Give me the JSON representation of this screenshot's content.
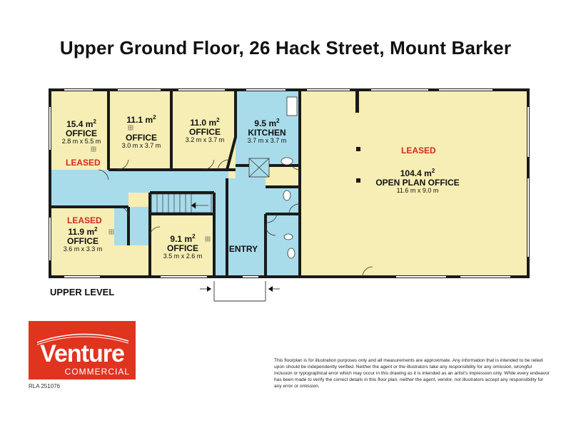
{
  "title": "Upper Ground Floor, 26 Hack Street, Mount Barker",
  "level_label": "UPPER LEVEL",
  "rooms": [
    {
      "id": "office-1",
      "area": "15.4",
      "unit": "m",
      "name": "OFFICE",
      "dims": "2.8 m x 5.5 m",
      "leased": "LEASED"
    },
    {
      "id": "office-2",
      "area": "11.1",
      "unit": "m",
      "name": "OFFICE",
      "dims": "3.0 m x 3.7 m"
    },
    {
      "id": "office-3",
      "area": "11.0",
      "unit": "m",
      "name": "OFFICE",
      "dims": "3.2 m x 3.7 m"
    },
    {
      "id": "kitchen",
      "area": "9.5",
      "unit": "m",
      "name": "KITCHEN",
      "dims": "3.7 m x 3.7 m"
    },
    {
      "id": "open-plan",
      "area": "104.4",
      "unit": "m",
      "name": "OPEN PLAN OFFICE",
      "dims": "11.6 m x 9.0 m",
      "leased": "LEASED"
    },
    {
      "id": "office-4",
      "area": "11.9",
      "unit": "m",
      "name": "OFFICE",
      "dims": "3.6 m x 3.3 m",
      "leased": "LEASED"
    },
    {
      "id": "office-5",
      "area": "9.1",
      "unit": "m",
      "name": "OFFICE",
      "dims": "3.5 m x 2.6 m"
    }
  ],
  "entry_label": "ENTRY",
  "superscript": "2",
  "logo": {
    "brand": "Venture",
    "sub": "COMMERCIAL"
  },
  "rla": "RLA 251076",
  "disclaimer": "This floorplan is for illustration purposes only and all measurements are approximate. Any information that is intended to be relied upon should be independently verified. Neither the agent or the illustrators take any responsibility for any omission, wrongful inclusion or typographical error which may occur in this drawing as it is intended as an artist's impression only. While every endeavor has been made to verify the correct details in this floor plan, neither the agent, vendor, nor illustrators accept any responsibility for any error or omission.",
  "colors": {
    "room": "#f6eeb4",
    "hall": "#a8dcea",
    "wall": "#1a1a1a",
    "leased": "#d42a1f",
    "logo": "#e0341f"
  }
}
